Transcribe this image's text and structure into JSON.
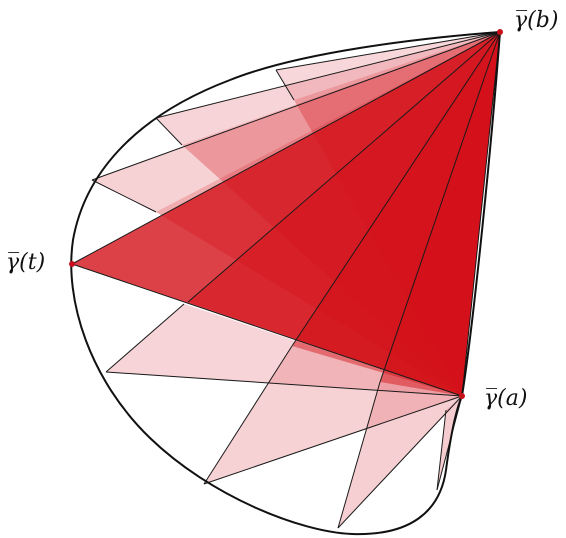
{
  "labels": {
    "gamma_a": "γ̅(a)",
    "gamma_b": "γ̅(b)",
    "gamma_t": "γ̅(t)"
  },
  "colors": {
    "curve": "#111111",
    "edge": "#1a1a1a",
    "fill_dark": "#d4121a",
    "fill_light": "#e9878d",
    "point": "#c8101a"
  }
}
